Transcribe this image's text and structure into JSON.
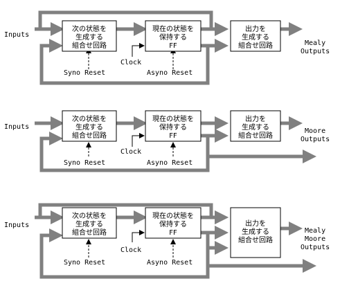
{
  "blocks": {
    "next_state": [
      "次の状態を",
      "生成する",
      "組合せ回路"
    ],
    "state_ff": [
      "現在の状態を",
      "保持する",
      "FF"
    ],
    "output": [
      "出力を",
      "生成する",
      "組合せ回路"
    ]
  },
  "labels": {
    "inputs": "Inputs",
    "clock": "Clock",
    "syno_reset": "Syno Reset",
    "asyno_reset": "Asyno Reset"
  },
  "outputs": {
    "mealy": [
      "Mealy",
      "Outputs"
    ],
    "moore": [
      "Moore",
      "Outputs"
    ],
    "mixed": [
      "Mealy",
      "Moore",
      "Outputs"
    ]
  },
  "colors": {
    "wire": "#808080",
    "line": "#000000",
    "fill": "#ffffff"
  }
}
